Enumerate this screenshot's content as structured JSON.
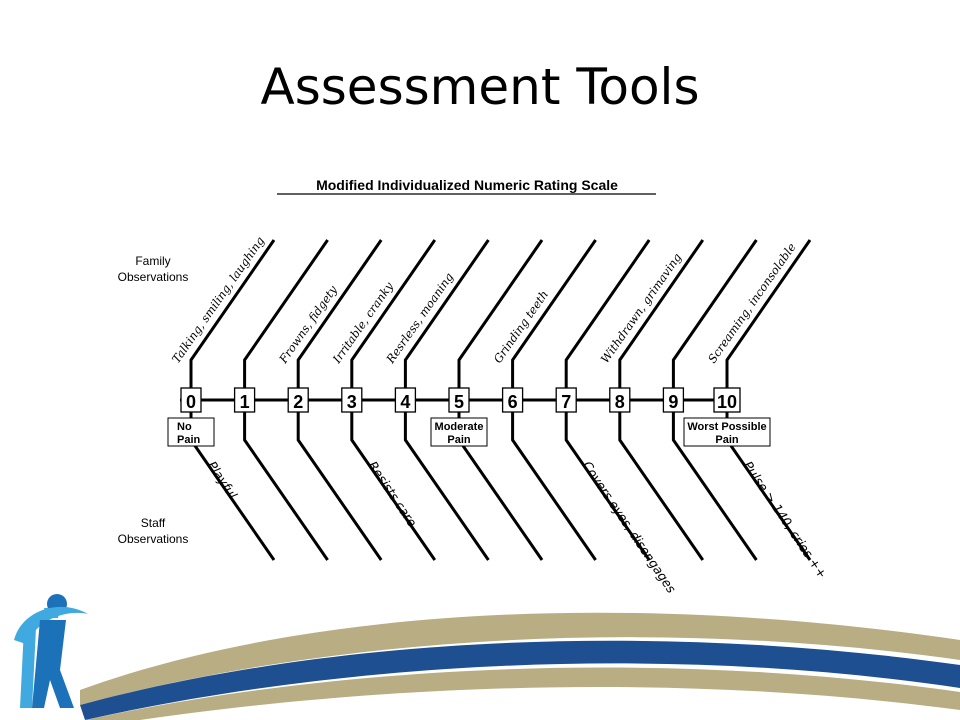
{
  "slide": {
    "title": "Assessment Tools"
  },
  "scale": {
    "title": "Modified Individualized Numeric Rating Scale",
    "family_label_line1": "Family",
    "family_label_line2": "Observations",
    "staff_label_line1": "Staff",
    "staff_label_line2": "Observations",
    "numbers": [
      "0",
      "1",
      "2",
      "3",
      "4",
      "5",
      "6",
      "7",
      "8",
      "9",
      "10"
    ],
    "anchors": [
      {
        "index": 0,
        "line1": "No",
        "line2": "Pain"
      },
      {
        "index": 5,
        "line1": "Moderate",
        "line2": "Pain"
      },
      {
        "index": 10,
        "line1": "Worst Possible",
        "line2": "Pain"
      }
    ],
    "family_observations": [
      {
        "index": 0,
        "text": "Talking, smiling, laughing"
      },
      {
        "index": 2,
        "text": "Frowns, fidgety"
      },
      {
        "index": 3,
        "text": "Irritable, cranky"
      },
      {
        "index": 4,
        "text": "Resrless, moaning"
      },
      {
        "index": 6,
        "text": "Grinding teeth"
      },
      {
        "index": 8,
        "text": "Withdrawn, grimaving"
      },
      {
        "index": 10,
        "text": "Screaming, inconsolable"
      }
    ],
    "staff_observations": [
      {
        "index": 0,
        "text": "Playful"
      },
      {
        "index": 3,
        "text": "Resists care"
      },
      {
        "index": 7,
        "text": "Covers eyes, disengages"
      },
      {
        "index": 10,
        "text": "Pulse > 140, cries ++"
      }
    ]
  },
  "colors": {
    "line": "#000000",
    "logo_blue": "#1c72b8",
    "logo_light_blue": "#3fa9e0",
    "wave_blue": "#1d4f91",
    "wave_gold": "#b9ad84"
  }
}
